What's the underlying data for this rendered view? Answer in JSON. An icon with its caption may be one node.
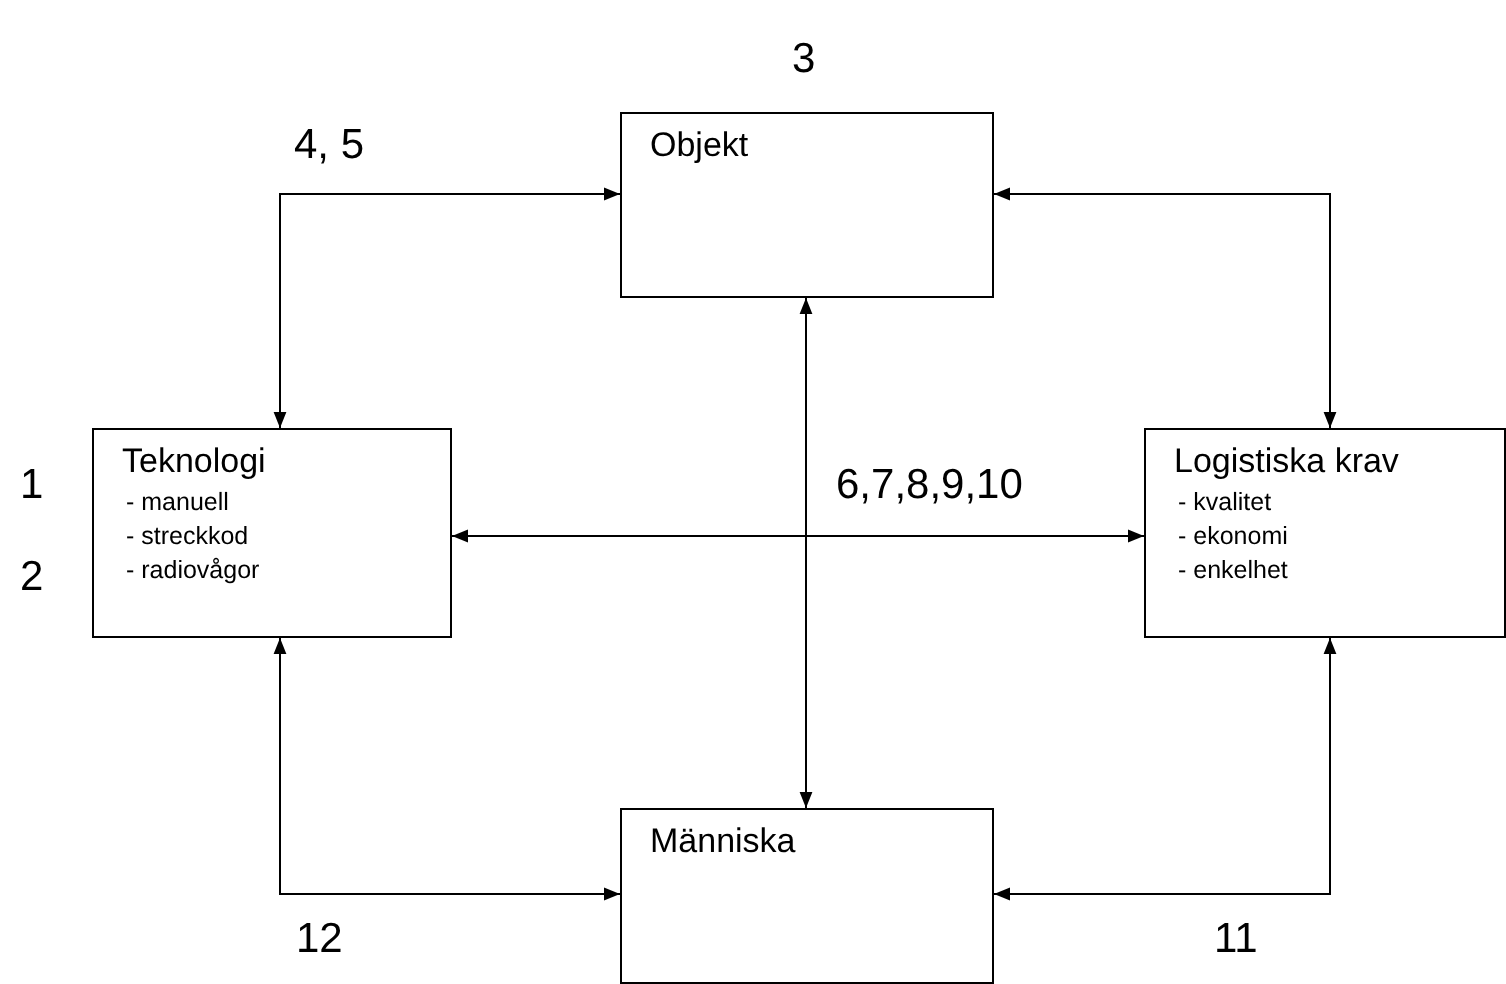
{
  "diagram": {
    "nodes": [
      {
        "text": [
          "Objekt"
        ]
      },
      {
        "text": [
          "Teknologi",
          "- manuell",
          "- streckkod",
          "- radiovågor"
        ]
      },
      {
        "text": [
          "Logistiska krav",
          "- kvalitet",
          "- ekonomi",
          "- enkelhet"
        ]
      },
      {
        "text": [
          "Människa"
        ]
      }
    ],
    "edges": [
      {
        "from": 0,
        "to": 1,
        "arrow": "both"
      },
      {
        "from": 0,
        "to": 2,
        "arrow": "both"
      },
      {
        "from": 0,
        "to": 3,
        "arrow": "both"
      },
      {
        "from": 1,
        "to": 2,
        "arrow": "both"
      },
      {
        "from": 1,
        "to": 3,
        "arrow": "both"
      },
      {
        "from": 2,
        "to": 3,
        "arrow": "both"
      }
    ],
    "labels": [
      "3",
      "4, 5",
      "1",
      "6,7,8,9,10",
      "2",
      "12",
      "11"
    ]
  }
}
